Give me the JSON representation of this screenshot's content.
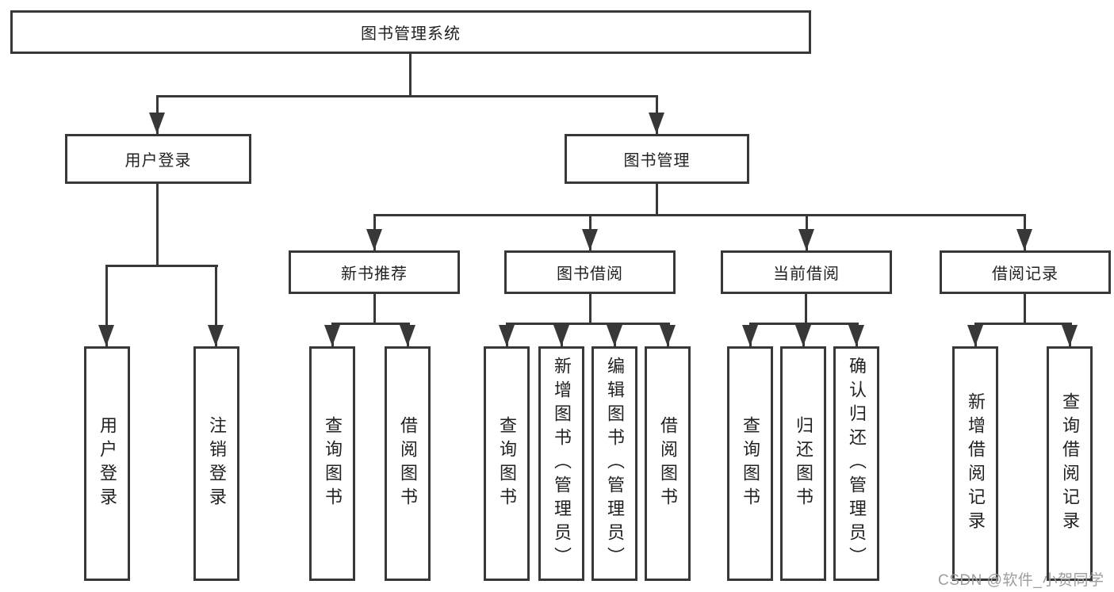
{
  "nodes": {
    "root": "图书管理系统",
    "level2": [
      "用户登录",
      "图书管理"
    ],
    "level3": [
      "新书推荐",
      "图书借阅",
      "当前借阅",
      "借阅记录"
    ],
    "level4_groups": [
      {
        "parent": "用户登录",
        "items": [
          "用户登录",
          "注销登录"
        ]
      },
      {
        "parent": "新书推荐",
        "items": [
          "查询图书",
          "借阅图书"
        ]
      },
      {
        "parent": "图书借阅",
        "items": [
          "查询图书",
          "新增图书（管理员）",
          "编辑图书（管理员）",
          "借阅图书"
        ]
      },
      {
        "parent": "当前借阅",
        "items": [
          "查询图书",
          "归还图书",
          "确认归还（管理员）"
        ]
      },
      {
        "parent": "借阅记录",
        "items": [
          "新增借阅记录",
          "查询借阅记录"
        ]
      }
    ]
  },
  "watermark": {
    "text": "CSDN @软件_小贺同学"
  },
  "colors": {
    "line": "#383838",
    "text": "#222222",
    "watermark": "#9d9d9d",
    "background": "#ffffff"
  }
}
